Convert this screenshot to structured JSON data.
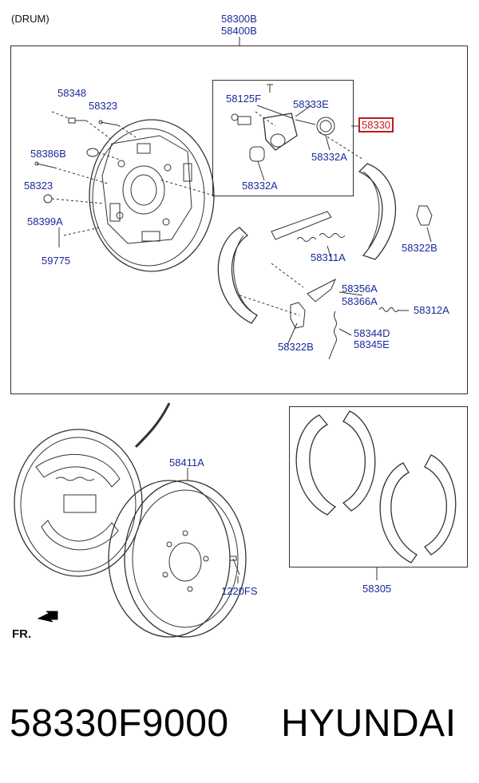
{
  "header": {
    "drum_label": "(DRUM)"
  },
  "assembly": {
    "code_a": "58300B",
    "code_b": "58400B"
  },
  "parts": {
    "p58348": "58348",
    "p58323_top": "58323",
    "p58386B": "58386B",
    "p58323_left": "58323",
    "p58399A": "58399A",
    "p59775": "59775",
    "p58125F": "58125F",
    "p58333E": "58333E",
    "p58330": "58330",
    "p58332A_right": "58332A",
    "p58332A_left": "58332A",
    "p58322B_right": "58322B",
    "p58311A": "58311A",
    "p58356A": "58356A",
    "p58366A": "58366A",
    "p58312A": "58312A",
    "p58322B_left": "58322B",
    "p58344D": "58344D",
    "p58345E": "58345E",
    "p58411A": "58411A",
    "p1220FS": "1220FS",
    "p58305": "58305"
  },
  "fr_label": "FR.",
  "footer": {
    "part_number": "58330F9000",
    "brand": "HYUNDAI"
  },
  "colors": {
    "label_blue": "#1a2a9a",
    "highlight_red": "#c21a1a",
    "line": "#333333"
  }
}
